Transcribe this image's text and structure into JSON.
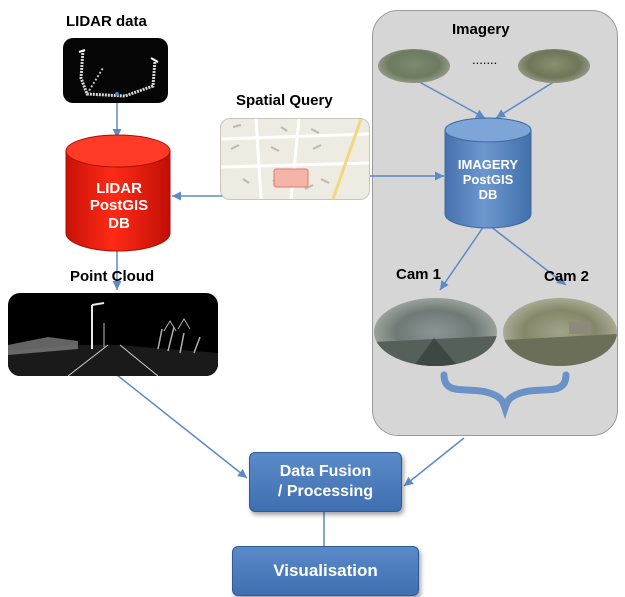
{
  "labels": {
    "lidar_data": "LIDAR data",
    "imagery": "Imagery",
    "ellipsis": ".......",
    "spatial_query": "Spatial Query",
    "point_cloud": "Point Cloud",
    "cam1": "Cam 1",
    "cam2": "Cam 2"
  },
  "lidar_db": {
    "line1": "LIDAR",
    "line2": "PostGIS",
    "line3": "DB"
  },
  "imagery_db": {
    "line1": "IMAGERY",
    "line2": "PostGIS",
    "line3": "DB"
  },
  "fusion_box": {
    "line1": "Data Fusion",
    "line2": "/ Processing"
  },
  "visualisation_box": {
    "label": "Visualisation"
  },
  "colors": {
    "lidar_db": "#ee1c0e",
    "imagery_db": "#4f7fbd",
    "process_box": "#4a7cc0",
    "arrow": "#5b8ac6",
    "panel": "#d6d6d6"
  }
}
